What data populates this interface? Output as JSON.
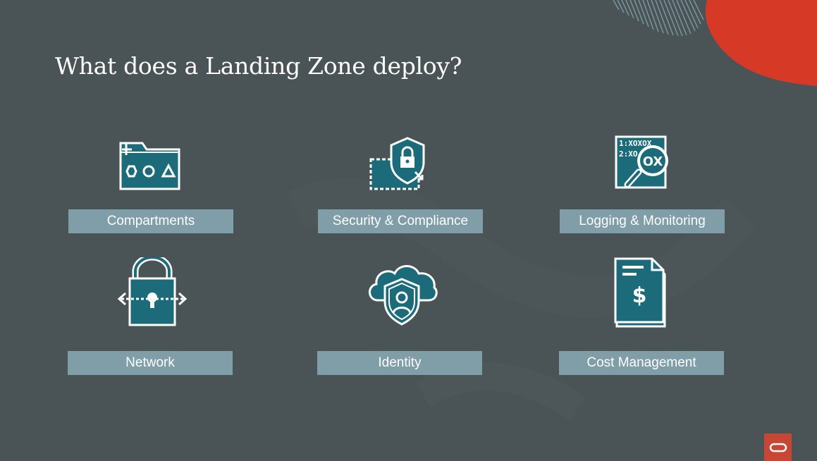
{
  "slide": {
    "title": "What does a Landing Zone deploy?",
    "colors": {
      "background": "#4a5355",
      "label_bg": "#7f9ea8",
      "icon_fill": "#1c6b7a",
      "accent_red": "#d63a26"
    }
  },
  "cards": [
    {
      "label": "Compartments",
      "icon": "folder-shapes-icon"
    },
    {
      "label": "Security & Compliance",
      "icon": "shield-lock-icon"
    },
    {
      "label": "Logging & Monitoring",
      "icon": "log-magnifier-icon"
    },
    {
      "label": "Network",
      "icon": "padlock-arrows-icon"
    },
    {
      "label": "Identity",
      "icon": "cloud-user-shield-icon"
    },
    {
      "label": "Cost Management",
      "icon": "dollar-document-icon"
    }
  ],
  "icon_text": {
    "log_line_1": "1:XOXOX",
    "log_line_2": "2:XO",
    "magnifier": "OX",
    "dollar": "$"
  },
  "logo": {
    "icon": "oracle-logo-icon"
  }
}
